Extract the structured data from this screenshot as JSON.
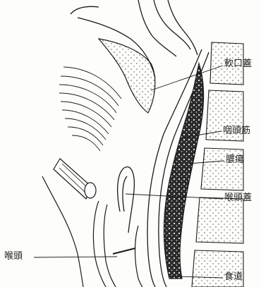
{
  "figure": {
    "labels": {
      "soft_palate": "軟口蓋",
      "pharyngeal_muscle": "咽頭筋",
      "pus": "膿瘍",
      "epiglottis": "喉頭蓋",
      "larynx": "喉頭",
      "esophagus": "食道"
    },
    "colors": {
      "line": "#1a1a1a",
      "abscess_fill": "#2b2b2b",
      "background": "#fdfdfb"
    }
  }
}
